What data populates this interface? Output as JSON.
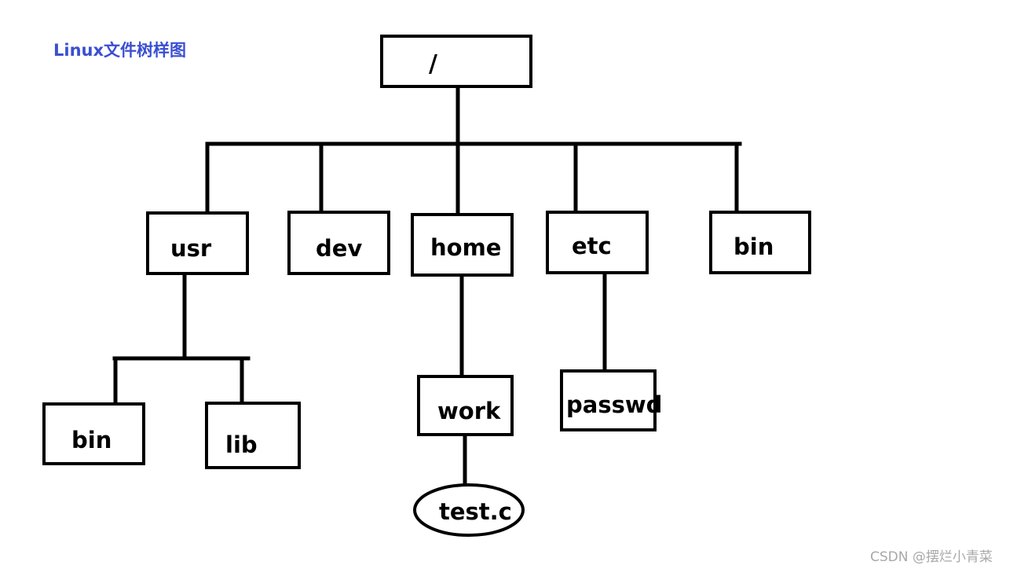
{
  "title": "Linux文件树样图",
  "watermark": "CSDN @摆烂小青菜",
  "colors": {
    "title": "#3b4fd1",
    "lines": "#000000",
    "watermark": "#a8a8a8"
  },
  "tree": {
    "root": "/",
    "level1": [
      "usr",
      "dev",
      "home",
      "etc",
      "bin"
    ],
    "usr_children": [
      "bin",
      "lib"
    ],
    "home_children": [
      "work"
    ],
    "work_children": [
      "test.c"
    ],
    "etc_children": [
      "passwd"
    ]
  }
}
